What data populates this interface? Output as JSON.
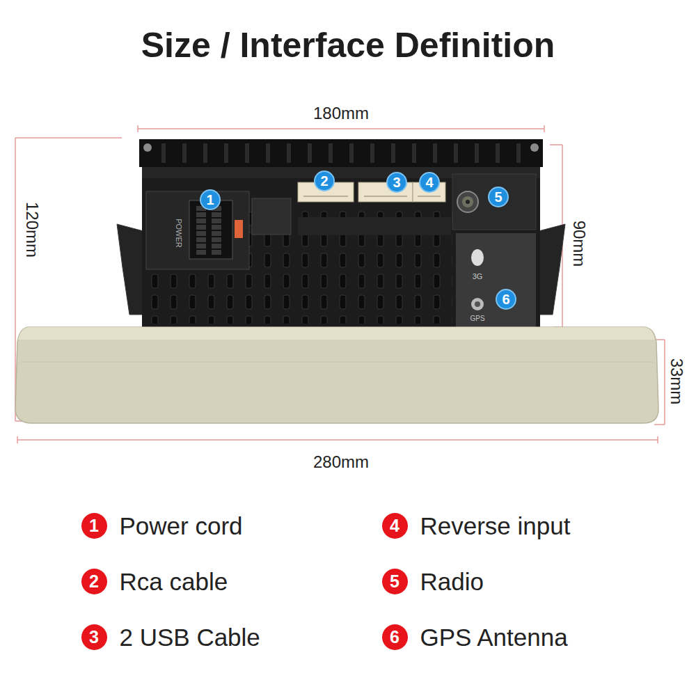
{
  "diagram": {
    "title": "Size / Interface Definition",
    "nodes": [
      {
        "text": [
          "1"
        ]
      },
      {
        "text": [
          "2"
        ]
      },
      {
        "text": [
          "3"
        ]
      },
      {
        "text": [
          "4"
        ]
      },
      {
        "text": [
          "5"
        ]
      },
      {
        "text": [
          "6"
        ]
      },
      {
        "text": [
          "1",
          "Power cord"
        ]
      },
      {
        "text": [
          "4",
          "Reverse input"
        ]
      },
      {
        "text": [
          "2",
          "Rca cable"
        ]
      },
      {
        "text": [
          "5",
          "Radio"
        ]
      },
      {
        "text": [
          "3",
          "2 USB Cable"
        ]
      },
      {
        "text": [
          "6",
          "GPS Antenna"
        ]
      }
    ],
    "labels": [
      "180mm",
      "120mm",
      "90mm",
      "33mm",
      "280mm",
      "POWER",
      "3G",
      "GPS"
    ]
  }
}
